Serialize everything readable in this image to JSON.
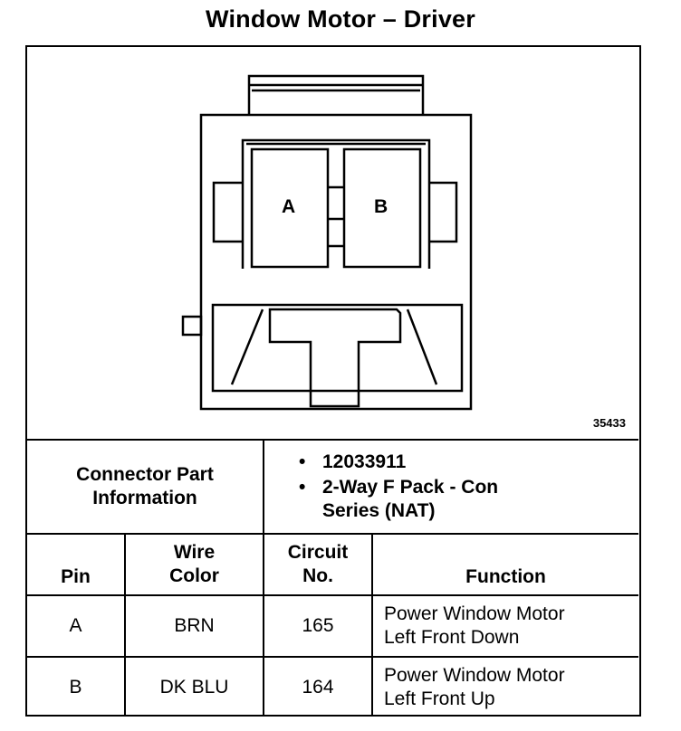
{
  "title": "Window Motor – Driver",
  "figure": {
    "figure_number": "35433",
    "cavity_labels": [
      "A",
      "B"
    ]
  },
  "connector": {
    "label_line1": "Connector Part",
    "label_line2": "Information",
    "items": [
      "12033911",
      "2-Way F Pack - Con Series (NAT)"
    ],
    "item2_line1": "2-Way F Pack - Con",
    "item2_line2": "Series (NAT)"
  },
  "table": {
    "headers": {
      "pin": "Pin",
      "wire_line1": "Wire",
      "wire_line2": "Color",
      "circuit_line1": "Circuit",
      "circuit_line2": "No.",
      "function": "Function"
    },
    "rows": [
      {
        "pin": "A",
        "wire_color": "BRN",
        "circuit": "165",
        "function_line1": "Power Window Motor",
        "function_line2": "Left Front Down"
      },
      {
        "pin": "B",
        "wire_color": "DK BLU",
        "circuit": "164",
        "function_line1": "Power Window Motor",
        "function_line2": "Left Front Up"
      }
    ]
  }
}
